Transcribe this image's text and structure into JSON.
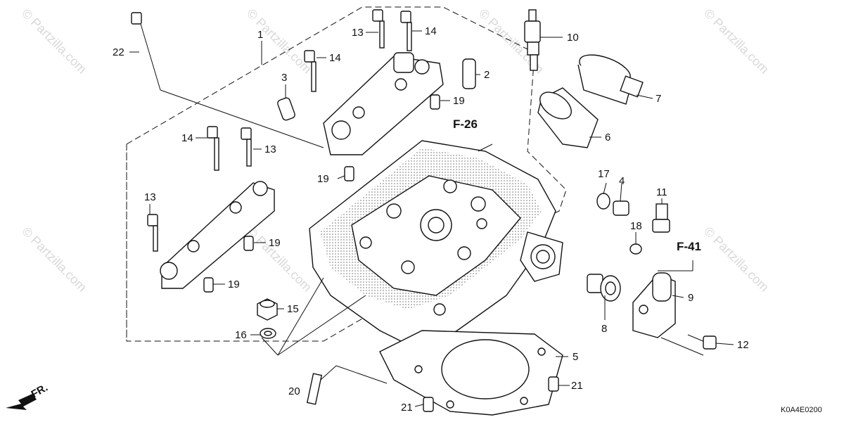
{
  "diagram": {
    "code": "K0A4E0200",
    "front_label": "FR.",
    "watermark": "© Partzilla.com",
    "sections": [
      "F-26",
      "F-41"
    ],
    "callouts": [
      "1",
      "2",
      "3",
      "4",
      "5",
      "6",
      "7",
      "8",
      "9",
      "10",
      "11",
      "12",
      "13",
      "13",
      "13",
      "14",
      "14",
      "14",
      "15",
      "16",
      "17",
      "18",
      "19",
      "19",
      "19",
      "19",
      "20",
      "21",
      "21",
      "22"
    ]
  }
}
